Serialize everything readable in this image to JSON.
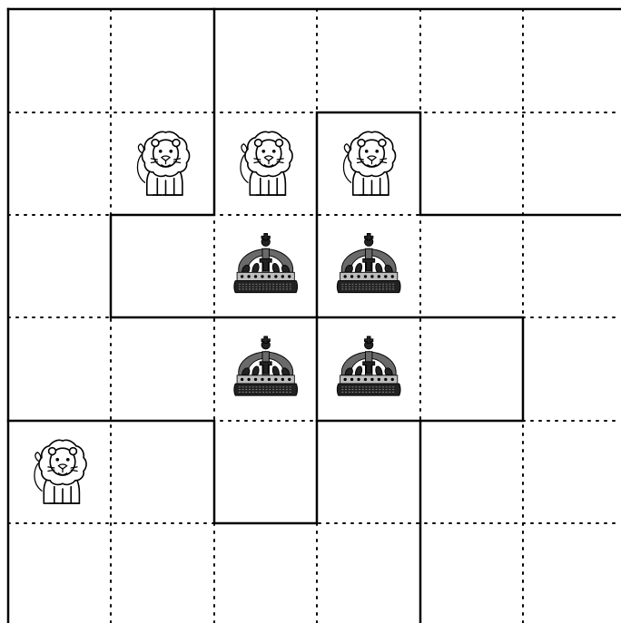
{
  "puzzle": {
    "rows": 6,
    "cols": 6,
    "pieces": [
      {
        "type": "lion",
        "row": 1,
        "col": 1
      },
      {
        "type": "lion",
        "row": 1,
        "col": 2
      },
      {
        "type": "lion",
        "row": 1,
        "col": 3
      },
      {
        "type": "crown",
        "row": 2,
        "col": 2
      },
      {
        "type": "crown",
        "row": 2,
        "col": 3
      },
      {
        "type": "crown",
        "row": 3,
        "col": 2
      },
      {
        "type": "crown",
        "row": 3,
        "col": 3
      },
      {
        "type": "lion",
        "row": 4,
        "col": 0
      }
    ],
    "icons": {
      "lion": "lion-icon",
      "crown": "crown-icon"
    }
  }
}
